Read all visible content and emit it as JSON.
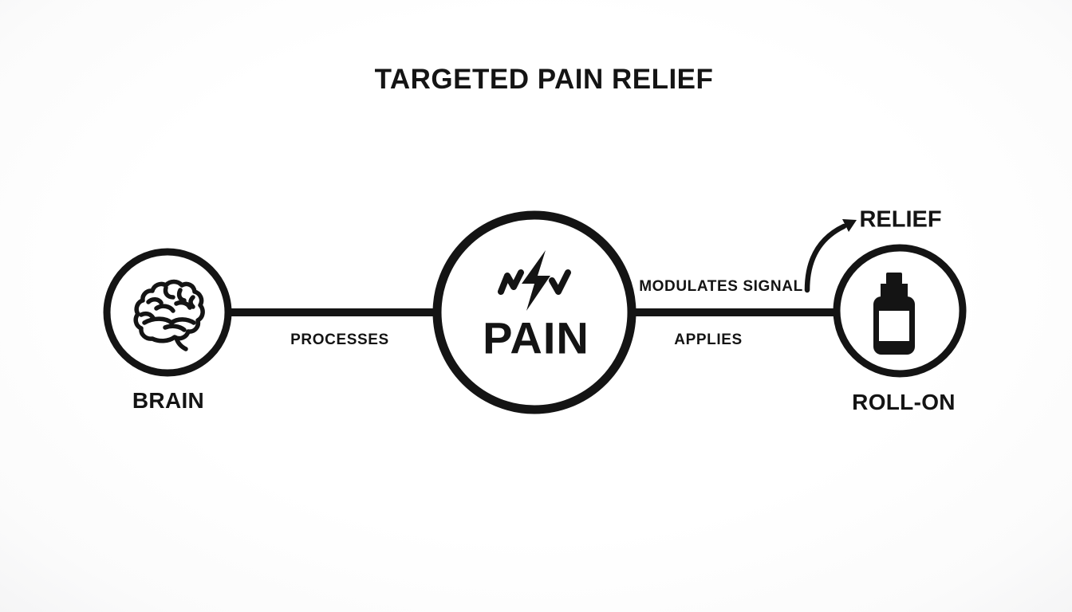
{
  "title": "TARGETED PAIN RELIEF",
  "colors": {
    "ink": "#141414",
    "background": "#ffffff"
  },
  "nodes": {
    "brain": {
      "label": "BRAIN",
      "icon": "brain-icon"
    },
    "pain": {
      "label": "PAIN",
      "icon": "pain-bolt-icon"
    },
    "rollon": {
      "label": "ROLL-ON",
      "icon": "roll-on-bottle-icon"
    }
  },
  "edges": {
    "brain_to_pain": {
      "label": "PROCESSES",
      "label_position": "below-line"
    },
    "pain_to_rollon": {
      "label_above": "MODULATES SIGNAL",
      "label_below": "APPLIES"
    }
  },
  "annotation": {
    "label": "RELIEF",
    "arrow": "curved-up-right-from-connector-to-relief"
  }
}
